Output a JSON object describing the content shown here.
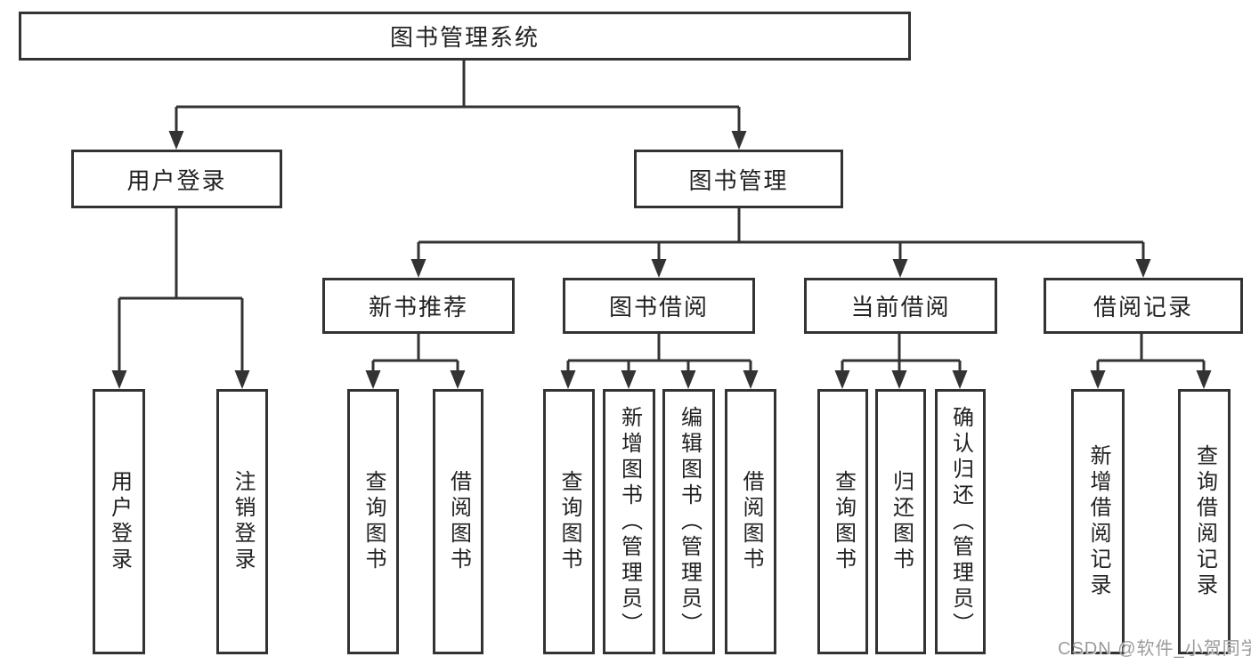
{
  "colors": {
    "line": "#333333",
    "box_border": "#333333",
    "text": "#222222",
    "watermark": "#9b9b9b",
    "background": "#ffffff"
  },
  "diagram": {
    "root": "图书管理系统",
    "branches": [
      {
        "label": "用户登录",
        "children": [
          "用户登录",
          "注销登录"
        ]
      },
      {
        "label": "图书管理",
        "sections": [
          {
            "label": "新书推荐",
            "children": [
              "查询图书",
              "借阅图书"
            ]
          },
          {
            "label": "图书借阅",
            "children": [
              "查询图书",
              "新增图书（管理员）",
              "编辑图书（管理员）",
              "借阅图书"
            ]
          },
          {
            "label": "当前借阅",
            "children": [
              "查询图书",
              "归还图书",
              "确认归还（管理员）"
            ]
          },
          {
            "label": "借阅记录",
            "children": [
              "新增借阅记录",
              "查询借阅记录"
            ]
          }
        ]
      }
    ]
  },
  "watermark": "CSDN @软件_小贺同学"
}
